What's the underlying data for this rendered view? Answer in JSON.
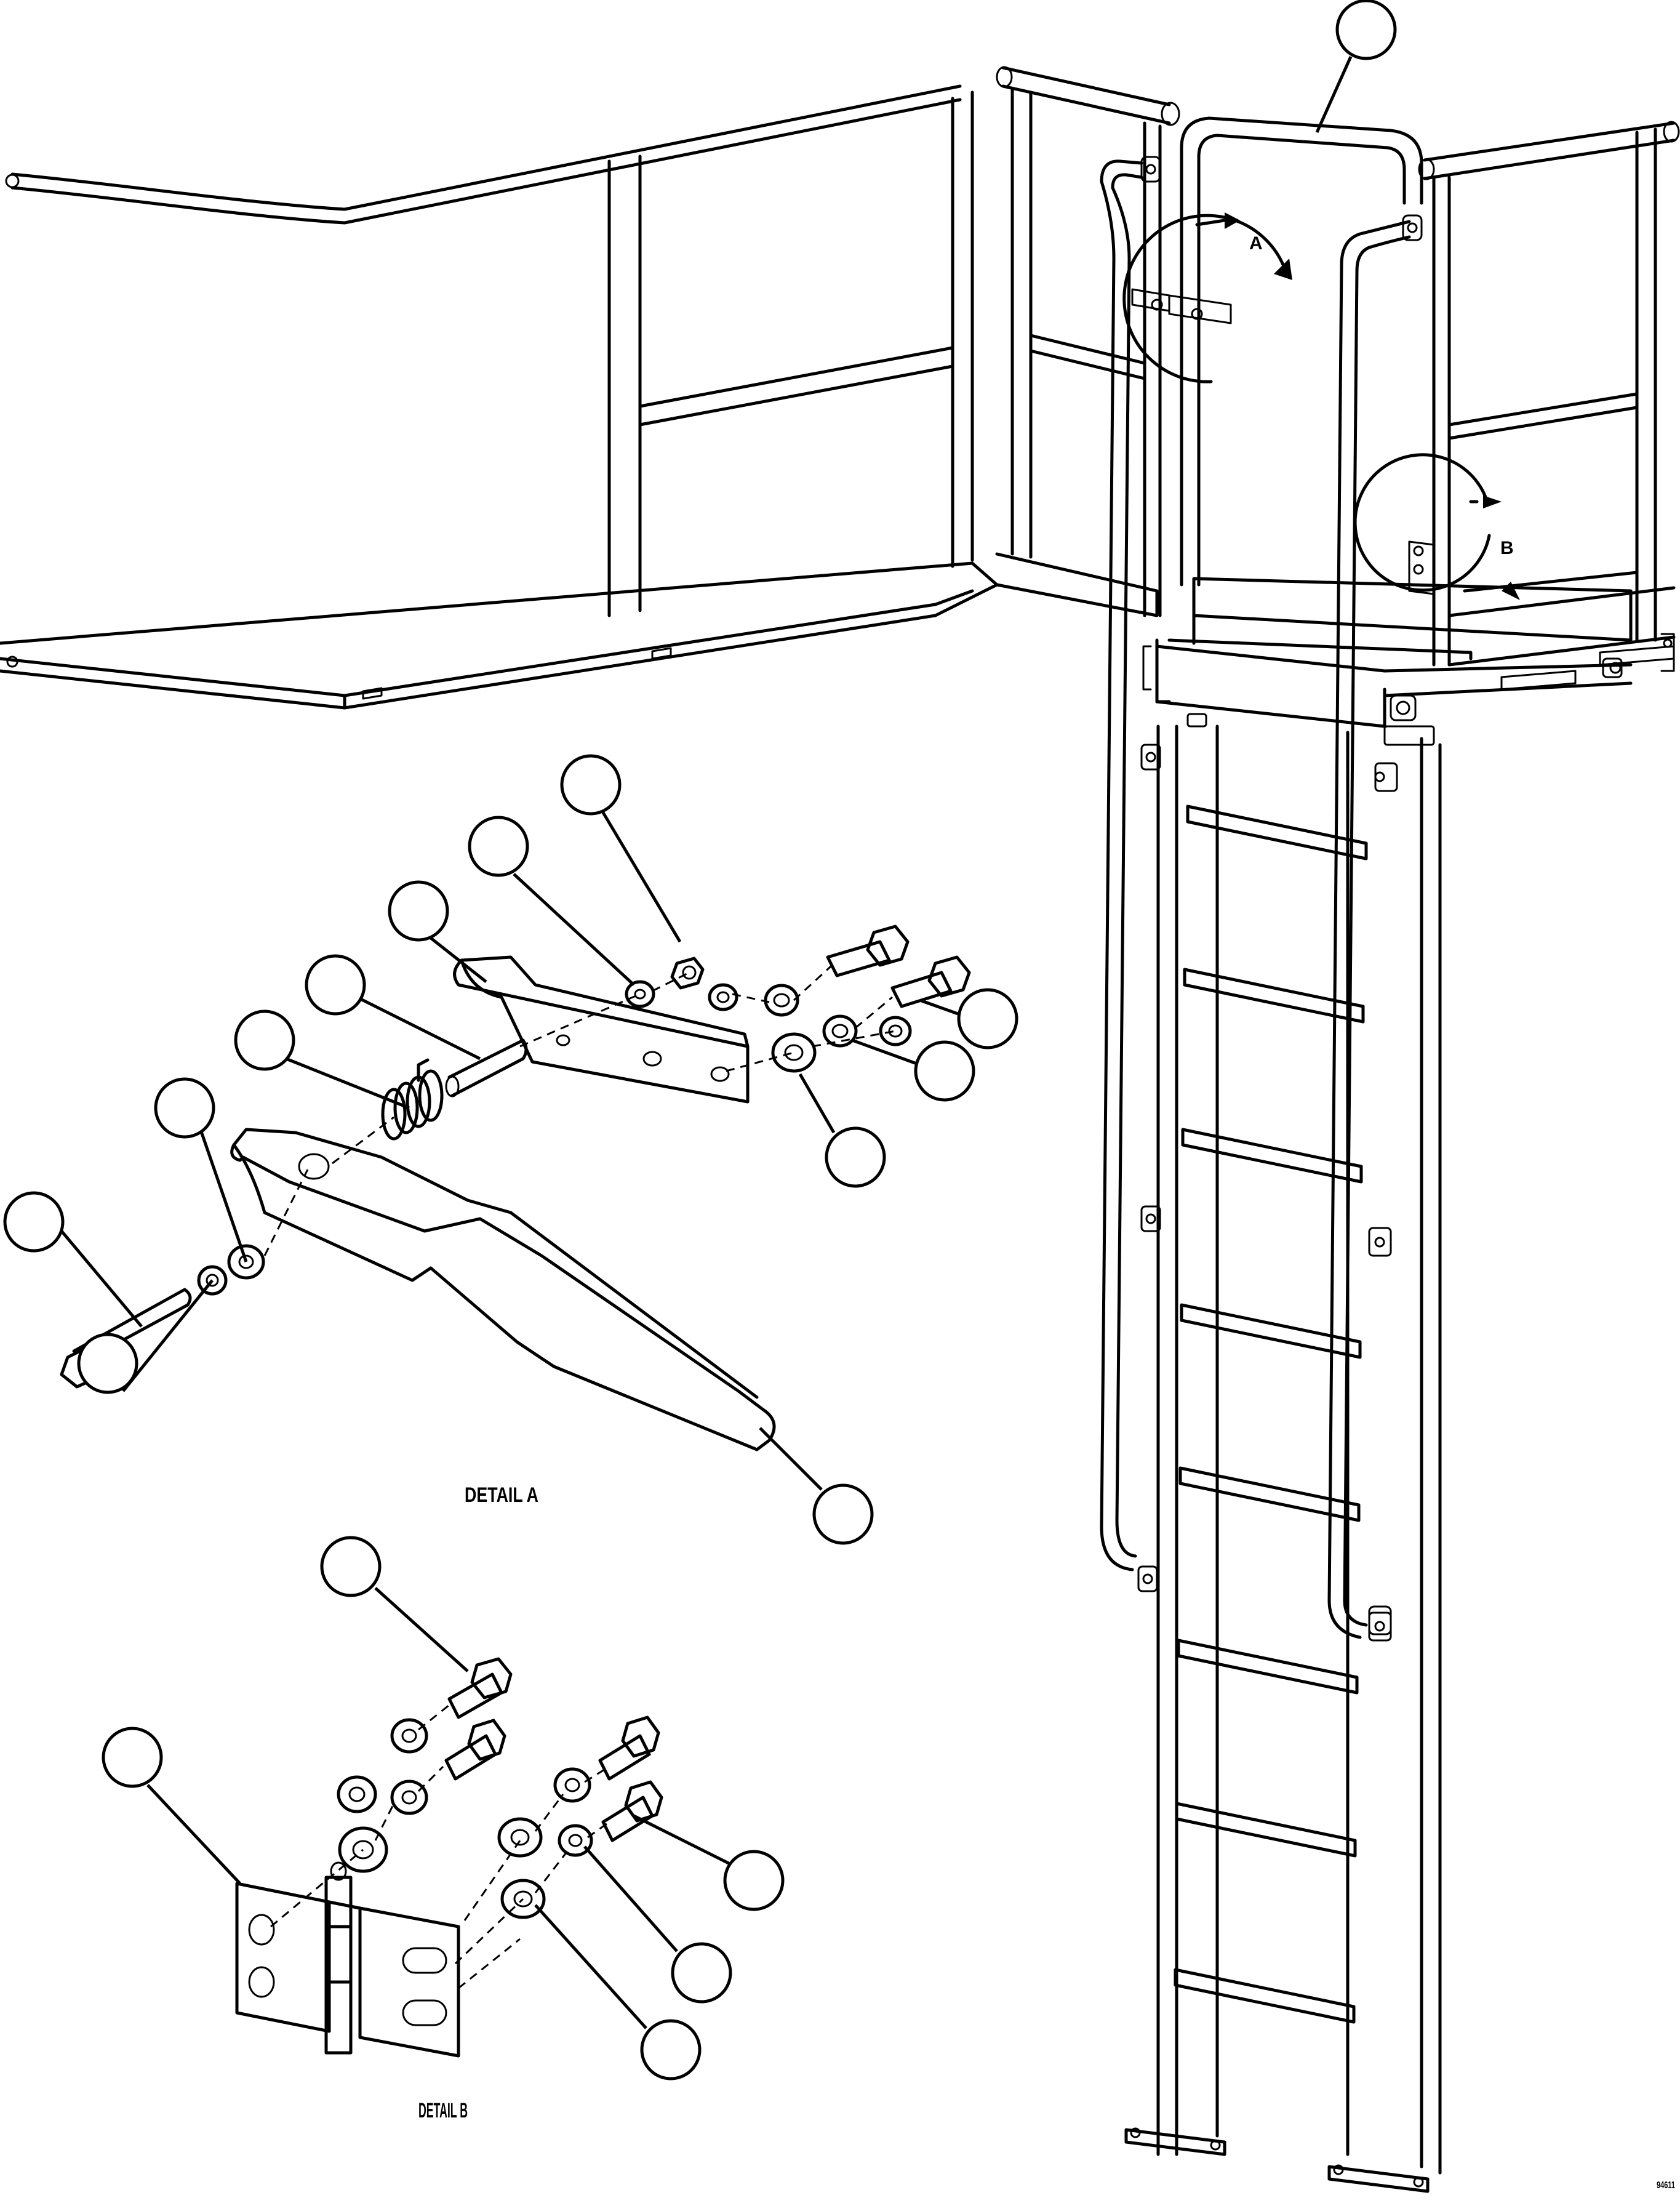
{
  "drawing": {
    "detail_a_marker": "A",
    "detail_b_marker": "B",
    "detail_a_caption": "DETAIL A",
    "detail_b_caption": "DETAIL B",
    "drawing_number": "94611"
  }
}
